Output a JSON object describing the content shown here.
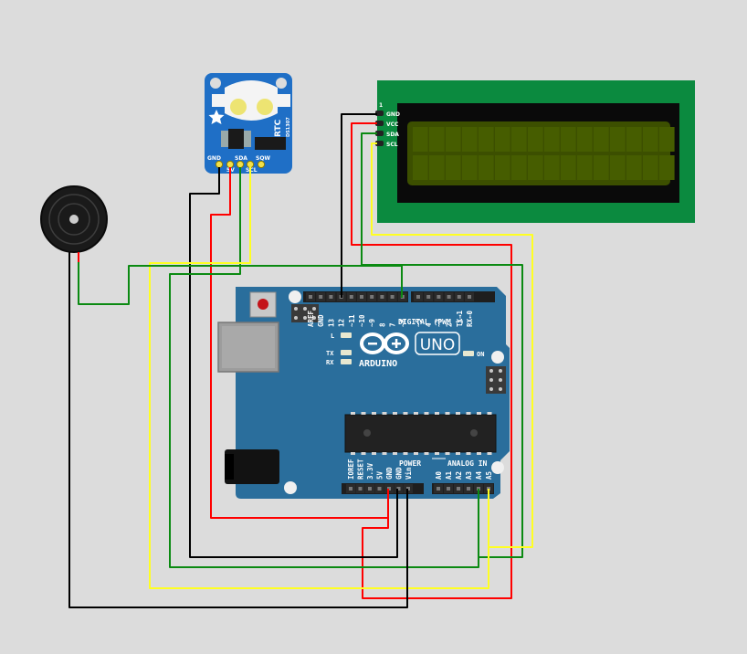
{
  "colors": {
    "background": "#dcdcdc",
    "wire_black": "#000000",
    "wire_red": "#ff0000",
    "wire_green": "#0b8a12",
    "wire_yellow": "#ffff22",
    "arduino_board": "#2a6e9c",
    "rtc_board": "#1f6fc6",
    "lcd_pcb": "#0b8a3f",
    "lcd_glass": "#3c4f00"
  },
  "rtc": {
    "name": "RTC",
    "chip": "DS1307",
    "pins": [
      "GND",
      "5V",
      "SDA",
      "SCL",
      "SQW"
    ]
  },
  "lcd": {
    "pin_number": "1",
    "pins": [
      "GND",
      "VCC",
      "SDA",
      "SCL"
    ]
  },
  "buzzer": {
    "icon": "piezo-buzzer-icon"
  },
  "arduino": {
    "brand": "ARDUINO",
    "model": "UNO",
    "digital_label": "DIGITAL (PWM ~)",
    "power_label": "POWER",
    "analog_label": "ANALOG IN",
    "led_l": "L",
    "led_tx": "TX",
    "led_rx": "RX",
    "led_on": "ON",
    "digital_pins": [
      "AREF",
      "GND",
      "13",
      "12",
      "~11",
      "~10",
      "~9",
      "8",
      "7",
      "~6",
      "~5",
      "4",
      "~3",
      "2",
      "TX→1",
      "RX←0"
    ],
    "power_pins": [
      "IOREF",
      "RESET",
      "3.3V",
      "5V",
      "GND",
      "GND",
      "Vin"
    ],
    "analog_pins": [
      "A0",
      "A1",
      "A2",
      "A3",
      "A4",
      "A5"
    ]
  }
}
